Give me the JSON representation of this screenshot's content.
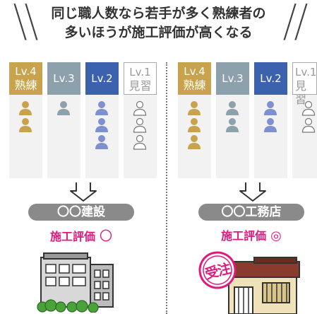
{
  "headline": {
    "line1": "同じ職人数なら若手が多く熟練者の",
    "line2": "多いほうが施工評価が高くなる"
  },
  "levels": {
    "lv4": {
      "code": "Lv.4",
      "name": "熟練",
      "color": "#c9a24e"
    },
    "lv3": {
      "code": "Lv.3",
      "color": "#8da1ad"
    },
    "lv2": {
      "code": "Lv.2",
      "color": "#3c62ad"
    },
    "lv1": {
      "code": "Lv.1",
      "name": "見習",
      "color": "#ffffff"
    }
  },
  "left": {
    "company": "〇〇建設",
    "rating_label": "施工評価",
    "rating_mark": "〇",
    "workers": {
      "lv4": 2,
      "lv3": 1,
      "lv2": 3,
      "lv1": 3
    }
  },
  "right": {
    "company": "〇〇工務店",
    "rating_label": "施工評価",
    "rating_mark": "◎",
    "stamp": "受注",
    "workers": {
      "lv4": 3,
      "lv3": 2,
      "lv2": 2,
      "lv1": 2
    }
  },
  "colors": {
    "accent_pink": "#e0197d",
    "pill_gray": "#8a8a8a"
  }
}
